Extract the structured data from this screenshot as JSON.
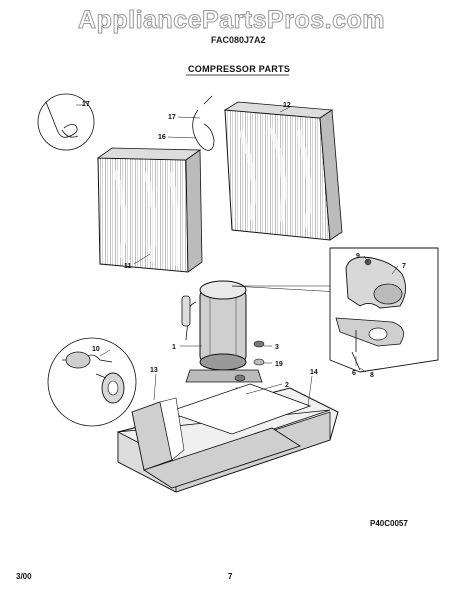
{
  "watermark": "AppliancePartsPros.com",
  "model": "FAC080J7A2",
  "section_title": "COMPRESSOR PARTS",
  "drawing_number": "P40C0057",
  "footer": {
    "date": "3/00",
    "page": "7"
  },
  "callouts": {
    "c1": "1",
    "c2": "2",
    "c3": "3",
    "c6": "6",
    "c7": "7",
    "c8": "8",
    "c9": "9",
    "c10": "10",
    "c11": "11",
    "c12": "12",
    "c13": "13",
    "c14": "14",
    "c16": "16",
    "c17a": "17",
    "c17b": "17",
    "c19": "19"
  }
}
